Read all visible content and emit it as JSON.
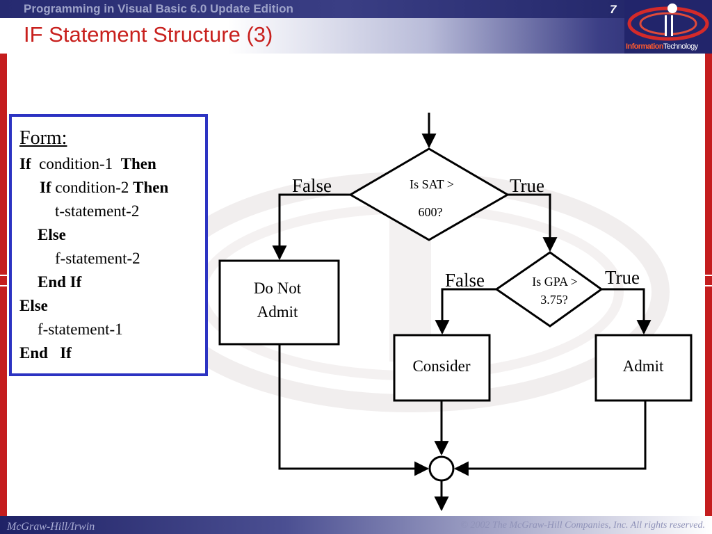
{
  "header": {
    "course_title": "Programming in Visual Basic 6.0 Update Edition",
    "page_number": "7",
    "slide_title": "IF Statement Structure (3)"
  },
  "logo": {
    "word_1": "Information",
    "word_2": "Technology"
  },
  "form_box": {
    "heading": "Form:",
    "lines": [
      {
        "kw1": "If",
        "text": "condition-1",
        "kw2": "Then"
      },
      {
        "kw1": "If",
        "text": "condition-2",
        "kw2": "Then"
      },
      {
        "text": "t-statement-2"
      },
      {
        "kw1": "Else"
      },
      {
        "text": "f-statement-2"
      },
      {
        "kw1": "End If"
      },
      {
        "kw1": "Else"
      },
      {
        "text": "f-statement-1"
      },
      {
        "kw1": "End",
        "kw2": "If"
      }
    ]
  },
  "flowchart": {
    "decision_1": {
      "line1": "Is SAT >",
      "line2": "600?"
    },
    "decision_2": {
      "line1": "Is GPA >",
      "line2": "3.75?"
    },
    "labels": {
      "false_1": "False",
      "true_1": "True",
      "false_2": "False",
      "true_2": "True"
    },
    "boxes": {
      "do_not_admit_line1": "Do Not",
      "do_not_admit_line2": "Admit",
      "consider": "Consider",
      "admit": "Admit"
    }
  },
  "footer": {
    "publisher": "McGraw-Hill/Irwin",
    "copyright": "© 2002  The McGraw-Hill Companies, Inc. All rights reserved."
  },
  "colors": {
    "title_red": "#c8201d",
    "header_navy": "#22256b",
    "form_border_blue": "#2c33c2",
    "rail_red": "#c41d1e"
  }
}
